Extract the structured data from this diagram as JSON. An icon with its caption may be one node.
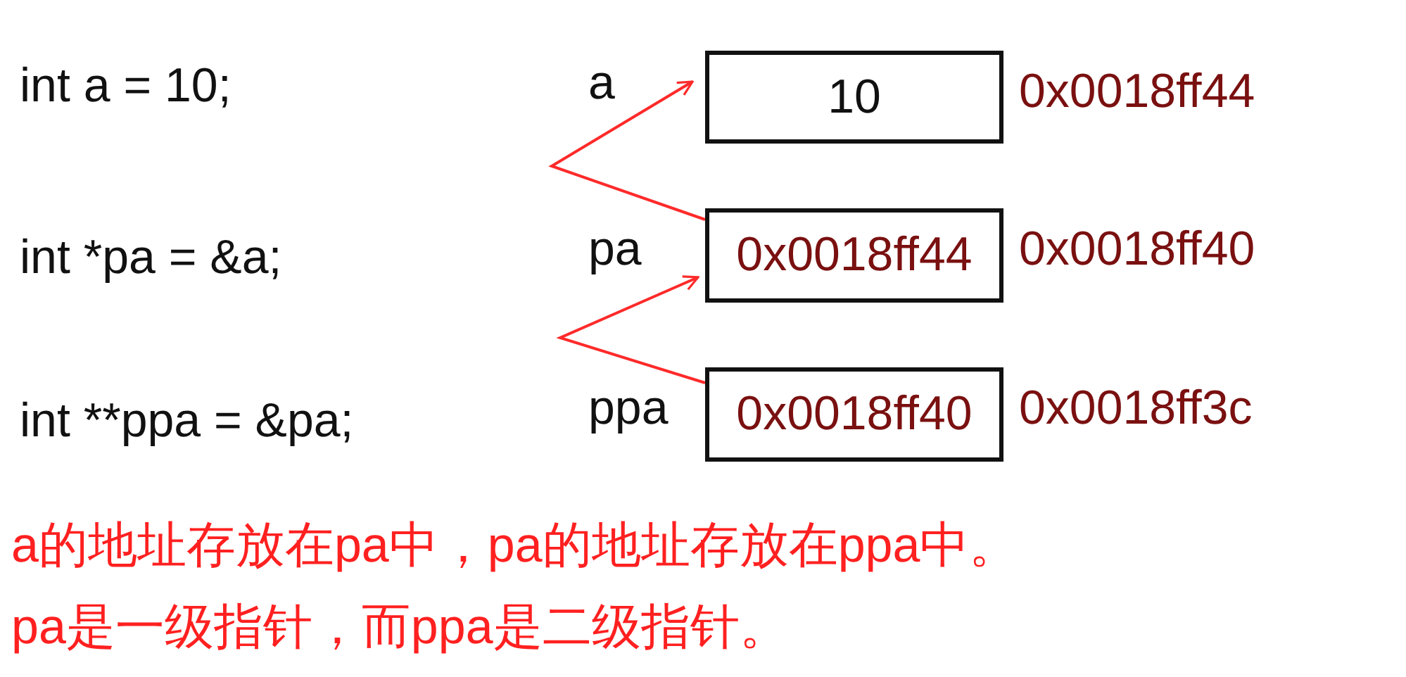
{
  "diagram": {
    "nodes": [
      {
        "text": [
          "10"
        ],
        "beside": [
          "a",
          "0x0018ff44"
        ]
      },
      {
        "text": [
          "0x0018ff44"
        ],
        "beside": [
          "pa",
          "0x0018ff40"
        ]
      },
      {
        "text": [
          "0x0018ff40"
        ],
        "beside": [
          "ppa",
          "0x0018ff3c"
        ]
      }
    ],
    "edges": [
      {
        "from": 1,
        "to": 0,
        "arrow": "to"
      },
      {
        "from": 2,
        "to": 1,
        "arrow": "to"
      }
    ],
    "labels": [
      "int a = 10;",
      "int *pa = &a;",
      "int **ppa = &pa;",
      "a的地址存放在pa中，pa的地址存放在ppa中。",
      "pa是一级指针，而ppa是二级指针。"
    ]
  }
}
